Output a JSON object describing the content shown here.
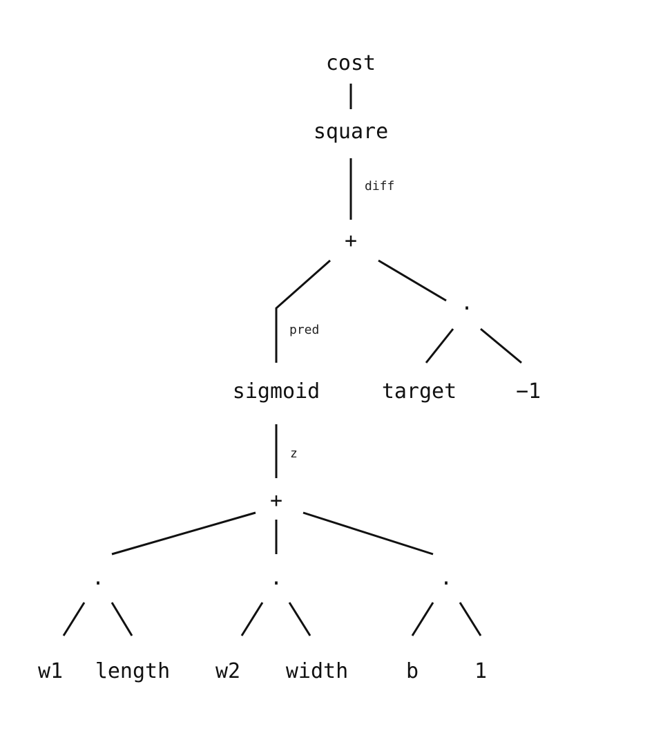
{
  "nodes": {
    "cost": "cost",
    "square": "square",
    "plus_top": "+",
    "dot_right": ".",
    "sigmoid": "sigmoid",
    "target": "target",
    "neg_one": "−1",
    "plus_bottom": "+",
    "dot_1": ".",
    "dot_2": ".",
    "dot_3": ".",
    "w1": "w1",
    "length": "length",
    "w2": "w2",
    "width": "width",
    "b": "b",
    "one": "1"
  },
  "edge_labels": {
    "diff": "diff",
    "pred": "pred",
    "z": "z"
  },
  "colors": {
    "ink": "#111111",
    "background": "#ffffff"
  }
}
